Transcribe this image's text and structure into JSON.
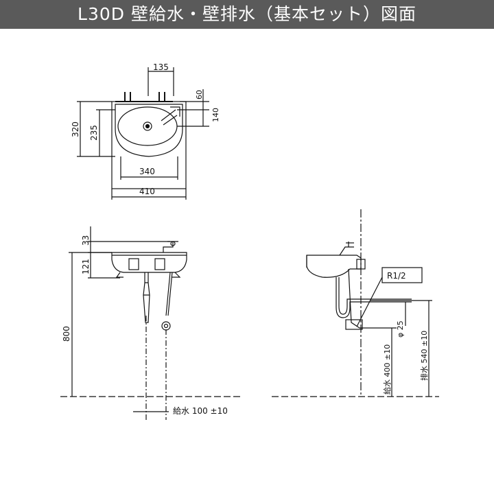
{
  "title": "L30D 壁給水・壁排水（基本セット）図面",
  "top_view": {
    "dim_135": "135",
    "dim_60": "60",
    "dim_140": "140",
    "dim_320": "320",
    "dim_235": "235",
    "dim_340": "340",
    "dim_410": "410"
  },
  "front_view": {
    "dim_33": "33",
    "dim_121": "121",
    "dim_800": "800",
    "supply_label": "給水 100 ±10"
  },
  "side_view": {
    "thread_label": "R1/2",
    "dim_phi25": "φ 25",
    "supply_height": "給水 400 ±10",
    "drain_height": "排水 540 ±10"
  },
  "colors": {
    "title_bg": "#5a5a5a",
    "title_fg": "#ffffff",
    "line": "#111111"
  }
}
